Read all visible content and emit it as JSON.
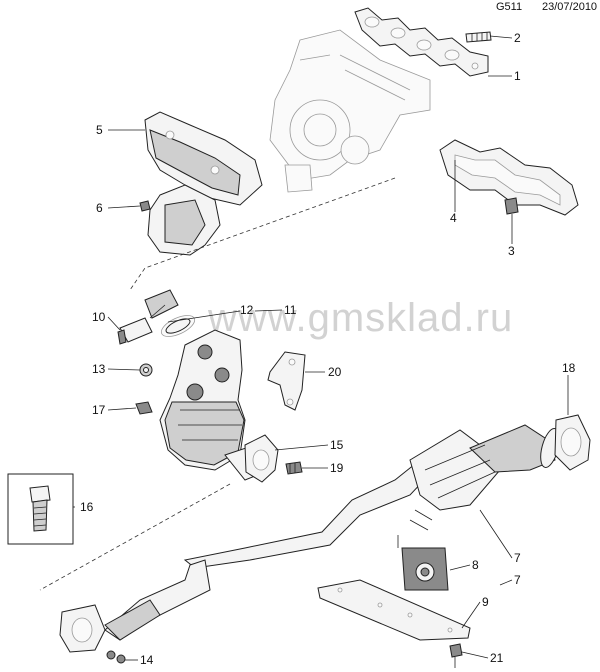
{
  "header": {
    "code": "G511",
    "date": "23/07/2010"
  },
  "watermark": "www.gmsklad.ru",
  "callouts": [
    "1",
    "2",
    "3",
    "4",
    "5",
    "6",
    "7",
    "7",
    "8",
    "9",
    "10",
    "11",
    "12",
    "13",
    "14",
    "15",
    "16",
    "17",
    "18",
    "19",
    "20",
    "21"
  ]
}
